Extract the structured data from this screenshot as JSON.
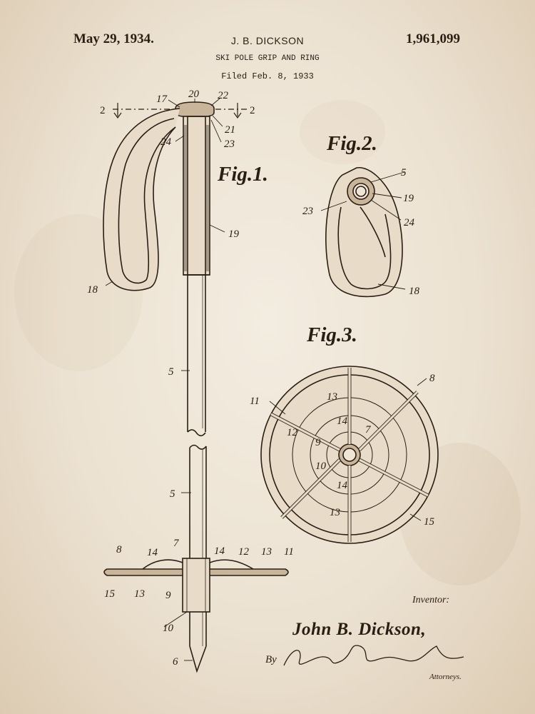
{
  "header": {
    "date": "May 29, 1934.",
    "inventor": "J. B. DICKSON",
    "patent_number": "1,961,099",
    "title": "SKI POLE GRIP AND RING",
    "filed": "Filed Feb. 8, 1933"
  },
  "figures": {
    "fig1": {
      "label": "Fig.1.",
      "refs": [
        "17",
        "20",
        "22",
        "21",
        "23",
        "24",
        "19",
        "18",
        "5",
        "5",
        "7",
        "8",
        "14",
        "14",
        "12",
        "13",
        "11",
        "15",
        "13",
        "9",
        "10",
        "6"
      ],
      "section_marks": [
        "2",
        "2"
      ]
    },
    "fig2": {
      "label": "Fig.2.",
      "refs": [
        "5",
        "19",
        "23",
        "24",
        "18"
      ]
    },
    "fig3": {
      "label": "Fig.3.",
      "refs": [
        "8",
        "11",
        "13",
        "14",
        "7",
        "12",
        "9",
        "10",
        "14",
        "13",
        "15"
      ]
    }
  },
  "signature": {
    "inventor_label": "Inventor:",
    "inventor_name": "John B. Dickson,",
    "by_label": "By",
    "attorneys_label": "Attorneys."
  },
  "colors": {
    "paper": "#ece2d2",
    "ink": "#2a1e14"
  }
}
